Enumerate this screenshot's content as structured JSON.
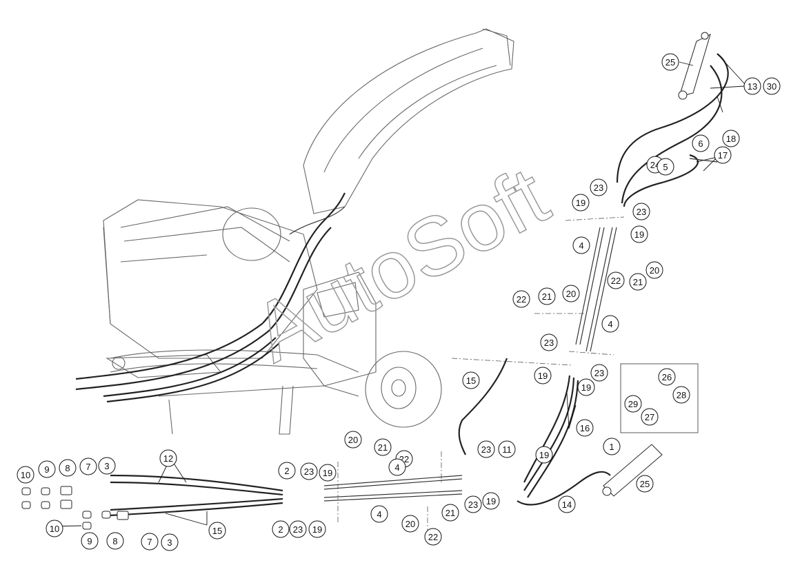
{
  "watermark": "AutoSoft",
  "callouts": [
    {
      "label": "25"
    },
    {
      "label": "13"
    },
    {
      "label": "30"
    },
    {
      "label": "18"
    },
    {
      "label": "6"
    },
    {
      "label": "24"
    },
    {
      "label": "5"
    },
    {
      "label": "17"
    },
    {
      "label": "19"
    },
    {
      "label": "23"
    },
    {
      "label": "23"
    },
    {
      "label": "19"
    },
    {
      "label": "4"
    },
    {
      "label": "20"
    },
    {
      "label": "21"
    },
    {
      "label": "22"
    },
    {
      "label": "22"
    },
    {
      "label": "21"
    },
    {
      "label": "20"
    },
    {
      "label": "4"
    },
    {
      "label": "23"
    },
    {
      "label": "19"
    },
    {
      "label": "23"
    },
    {
      "label": "19"
    },
    {
      "label": "15"
    },
    {
      "label": "16"
    },
    {
      "label": "26"
    },
    {
      "label": "29"
    },
    {
      "label": "28"
    },
    {
      "label": "27"
    },
    {
      "label": "1"
    },
    {
      "label": "25"
    },
    {
      "label": "14"
    },
    {
      "label": "11"
    },
    {
      "label": "19"
    },
    {
      "label": "23"
    },
    {
      "label": "20"
    },
    {
      "label": "21"
    },
    {
      "label": "22"
    },
    {
      "label": "4"
    },
    {
      "label": "12"
    },
    {
      "label": "10"
    },
    {
      "label": "9"
    },
    {
      "label": "8"
    },
    {
      "label": "7"
    },
    {
      "label": "3"
    },
    {
      "label": "2"
    },
    {
      "label": "23"
    },
    {
      "label": "19"
    },
    {
      "label": "4"
    },
    {
      "label": "2"
    },
    {
      "label": "23"
    },
    {
      "label": "19"
    },
    {
      "label": "23"
    },
    {
      "label": "19"
    },
    {
      "label": "20"
    },
    {
      "label": "21"
    },
    {
      "label": "22"
    },
    {
      "label": "15"
    },
    {
      "label": "10"
    },
    {
      "label": "9"
    },
    {
      "label": "8"
    },
    {
      "label": "7"
    },
    {
      "label": "3"
    }
  ]
}
